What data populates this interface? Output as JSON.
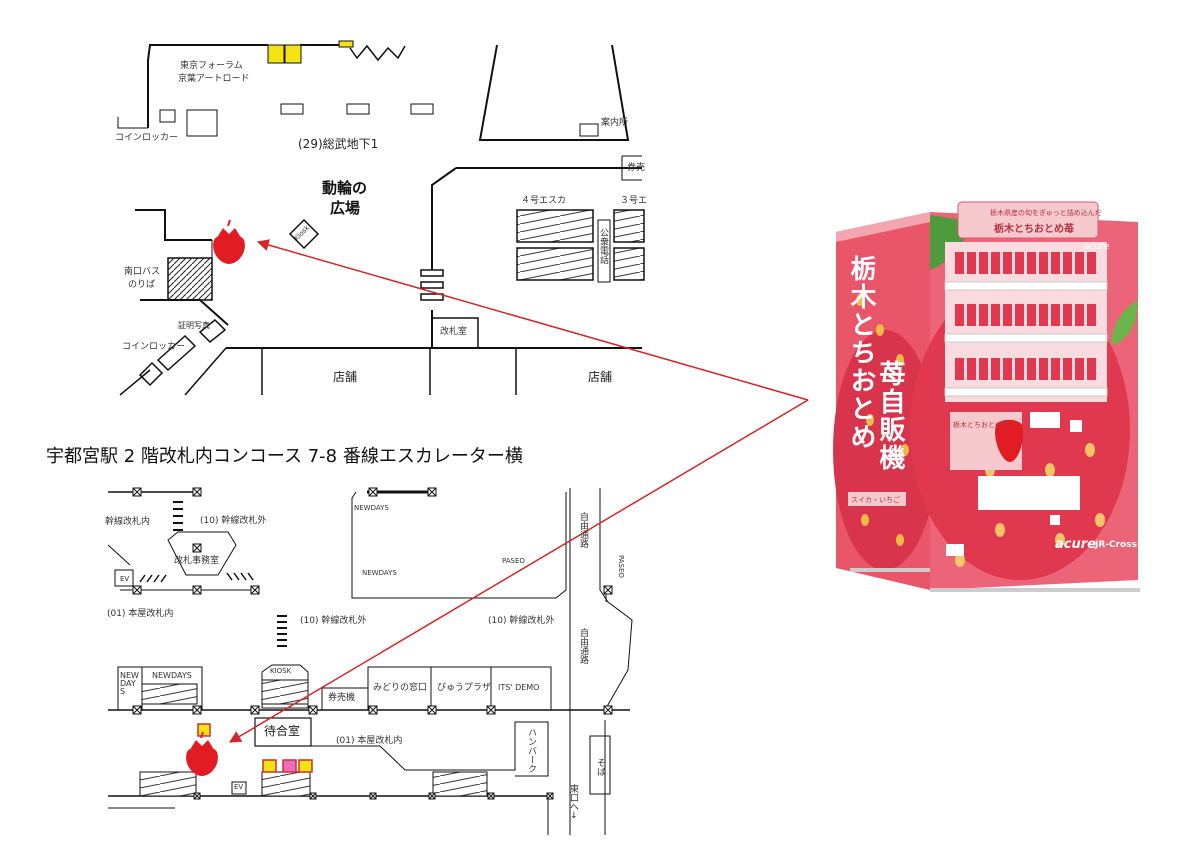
{
  "top_map": {
    "labels": {
      "tokyo_forum": "東京フォーラム",
      "keiyo_art_road": "京葉アートロード",
      "coin_locker_top": "コインロッカー",
      "sobu_b1": "(29)総武地下1",
      "annai": "案内所",
      "ken": "券売",
      "dourin_1": "動輪の",
      "dourin_2": "広場",
      "kiosk": "Kiosk",
      "esc4": "４号エスカ",
      "esc3": "３号エ",
      "phone": "公衆電話",
      "bus_1": "南口バス",
      "bus_2": "のりば",
      "photo": "証明写真",
      "coin_locker_bottom": "コインロッカー",
      "gate": "改札室",
      "shop_left": "店舗",
      "shop_right": "店舗"
    }
  },
  "caption": "宇都宮駅 2 階改札内コンコース 7-8 番線エスカレーター横",
  "bottom_map": {
    "labels": {
      "kansen_gate": "幹線改札内",
      "kansen_out_1": "(10) 幹線改札外",
      "gate_office": "改札事務室",
      "ev_1": "EV",
      "honya_gate": "(01) 本屋改札内",
      "kansen_out_2": "(10) 幹線改札外",
      "kansen_out_3": "(10) 幹線改札外",
      "newdays_1": "NEWDAYS",
      "newdays_2": "NEWDAYS",
      "paseo_1": "PASEO",
      "jiyu_1": "自由通路",
      "paseo_2": "PASEO",
      "jiyu_2": "自由通路",
      "newdays_3": "NEW DAY S",
      "newdays_4": "NEWDAYS",
      "kiosk": "KIOSK",
      "kenbaiki": "券売機",
      "midori": "みどりの窓口",
      "view_plaza": "びゅうプラザ",
      "its_demo": "ITS' DEMO",
      "waiting": "待合室",
      "honya_gate_2": "(01) 本屋改札内",
      "hamburger": "ハンバーク",
      "soba": "そば",
      "east_exit": "東口へ→",
      "ev_2": "EV"
    }
  },
  "vending_machine": {
    "brand": "acure",
    "brand_suffix": "JR-Cross",
    "panel_text_1": "栃木とちおとめ",
    "panel_text_2": "苺自販機",
    "header_sub": "栃木県産の旬をぎゅっと詰め込んだ",
    "header_main": "栃木とちおとめ苺",
    "product_card": "栃木とちおとめ苺",
    "logo_small": "acure",
    "tag": "スイカ・いちご"
  },
  "colors": {
    "arrow": "#d42626",
    "strawberry": "#e21c23",
    "machine_pink": "#e9566a",
    "machine_light": "#f6c9cf",
    "leaf": "#4f9a3c"
  }
}
